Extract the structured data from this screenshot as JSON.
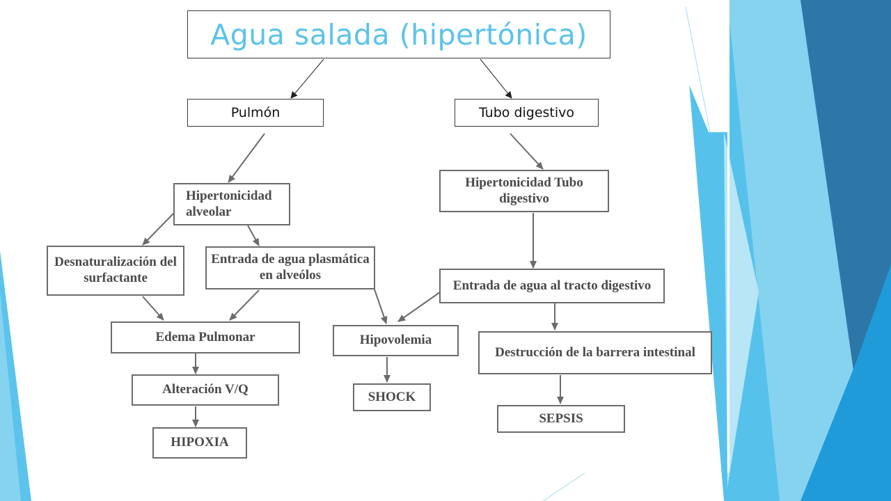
{
  "slide": {
    "title": "Agua salada (hipertónica)",
    "branches": {
      "left": "Pulmón",
      "right": "Tubo digestivo"
    }
  },
  "diagram": {
    "nodes": {
      "hipertonicidad_alveolar": "Hipertonicidad alveolar",
      "desnaturalizacion": "Desnaturalización del surfactante",
      "entrada_agua_alveolos": "Entrada de agua plasmática en alveólos",
      "edema_pulmonar": "Edema Pulmonar",
      "alteracion_vq": "Alteración V/Q",
      "hipoxia": "HIPOXIA",
      "hipertonicidad_tubo": "Hipertonicidad Tubo digestivo",
      "entrada_agua_tracto": "Entrada de agua al tracto  digestivo",
      "hipovolemia": "Hipovolemia",
      "shock": "SHOCK",
      "destruccion_barrera": "Destrucción de la barrera intestinal",
      "sepsis": "SEPSIS"
    },
    "edges": [
      [
        "title",
        "pulmon"
      ],
      [
        "title",
        "tubo"
      ],
      [
        "pulmon",
        "hipertonicidad_alveolar"
      ],
      [
        "tubo",
        "hipertonicidad_tubo"
      ],
      [
        "hipertonicidad_alveolar",
        "desnaturalizacion"
      ],
      [
        "hipertonicidad_alveolar",
        "entrada_agua_alveolos"
      ],
      [
        "desnaturalizacion",
        "edema_pulmonar"
      ],
      [
        "entrada_agua_alveolos",
        "edema_pulmonar"
      ],
      [
        "entrada_agua_alveolos",
        "hipovolemia"
      ],
      [
        "entrada_agua_tracto",
        "hipovolemia"
      ],
      [
        "edema_pulmonar",
        "alteracion_vq"
      ],
      [
        "alteracion_vq",
        "hipoxia"
      ],
      [
        "hipovolemia",
        "shock"
      ],
      [
        "hipertonicidad_tubo",
        "entrada_agua_tracto"
      ],
      [
        "entrada_agua_tracto",
        "destruccion_barrera"
      ],
      [
        "destruccion_barrera",
        "sepsis"
      ]
    ]
  },
  "theme": {
    "title_color": "#5bc3ea",
    "accent_light": "#7fd3f2",
    "accent_mid": "#2e9fd8",
    "accent_dark": "#2b6ea0"
  }
}
